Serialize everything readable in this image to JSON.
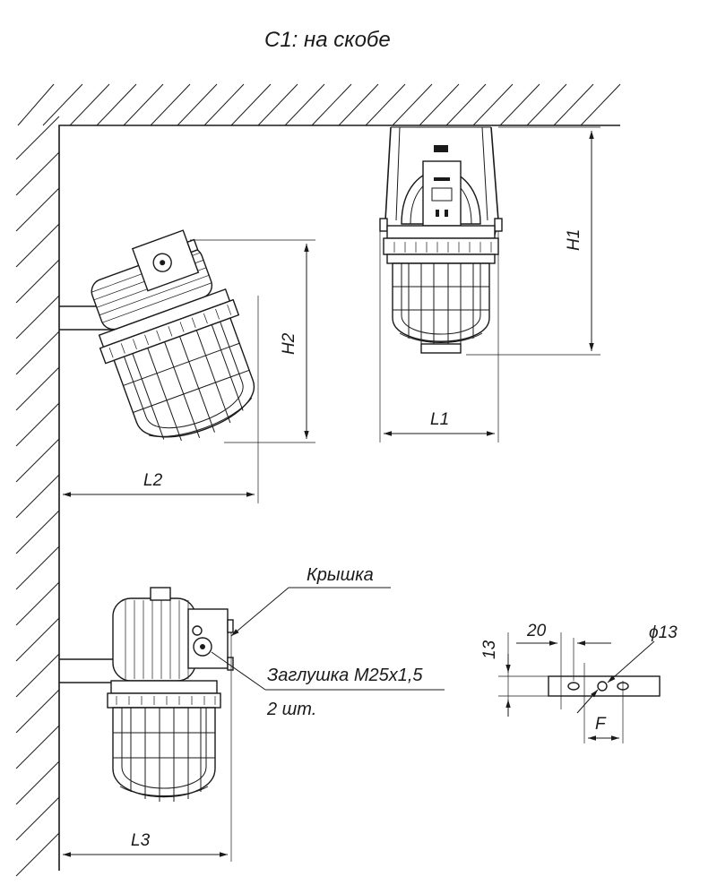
{
  "title": "С1: на скобе",
  "dimensions": {
    "h1": "H1",
    "h2": "H2",
    "l1": "L1",
    "l2": "L2",
    "l3": "L3",
    "f": "F",
    "d20": "20",
    "d13": "13",
    "hole": "ϕ13"
  },
  "callouts": {
    "cover": "Крышка",
    "plug_line1": "Заглушка М25х1,5",
    "plug_line2": "2 шт."
  }
}
